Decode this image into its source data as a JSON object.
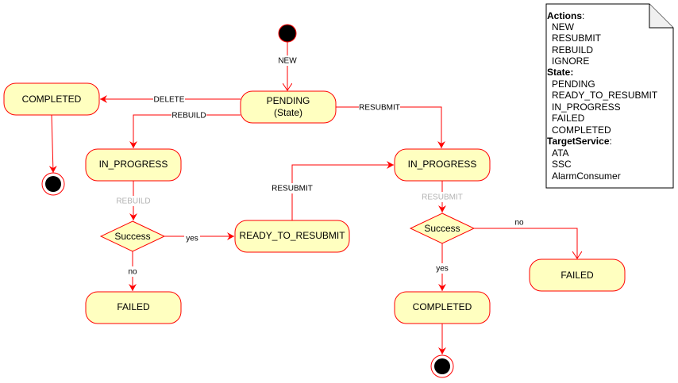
{
  "states": {
    "pending": "PENDING",
    "pending_sub": "(State)",
    "completed_left": "COMPLETED",
    "in_progress_left": "IN_PROGRESS",
    "ready_to_resubmit": "READY_TO_RESUBMIT",
    "failed_left": "FAILED",
    "in_progress_right": "IN_PROGRESS",
    "failed_right": "FAILED",
    "completed_right": "COMPLETED"
  },
  "decisions": {
    "left": "Success",
    "right": "Success"
  },
  "edges": {
    "new": "NEW",
    "delete": "DELETE",
    "rebuild": "REBUILD",
    "resubmit_top": "RESUBMIT",
    "rebuild_grey": "REBUILD",
    "yes_left": "yes",
    "no_left": "no",
    "resubmit_ready": "RESUBMIT",
    "resubmit_grey": "RESUBMIT",
    "no_right": "no",
    "yes_right": "yes"
  },
  "colors": {
    "state_fill": "#ffffc0",
    "stroke": "#ff0000"
  },
  "note": {
    "actions_title": "Actions",
    "actions": [
      "NEW",
      "RESUBMIT",
      "REBUILD",
      "IGNORE"
    ],
    "state_title": "State:",
    "states": [
      "PENDING",
      "READY_TO_RESUBMIT",
      "IN_PROGRESS",
      "FAILED",
      "COMPLETED"
    ],
    "target_title": "TargetService",
    "targets": [
      "ATA",
      "SSC",
      "AlarmConsumer"
    ]
  }
}
